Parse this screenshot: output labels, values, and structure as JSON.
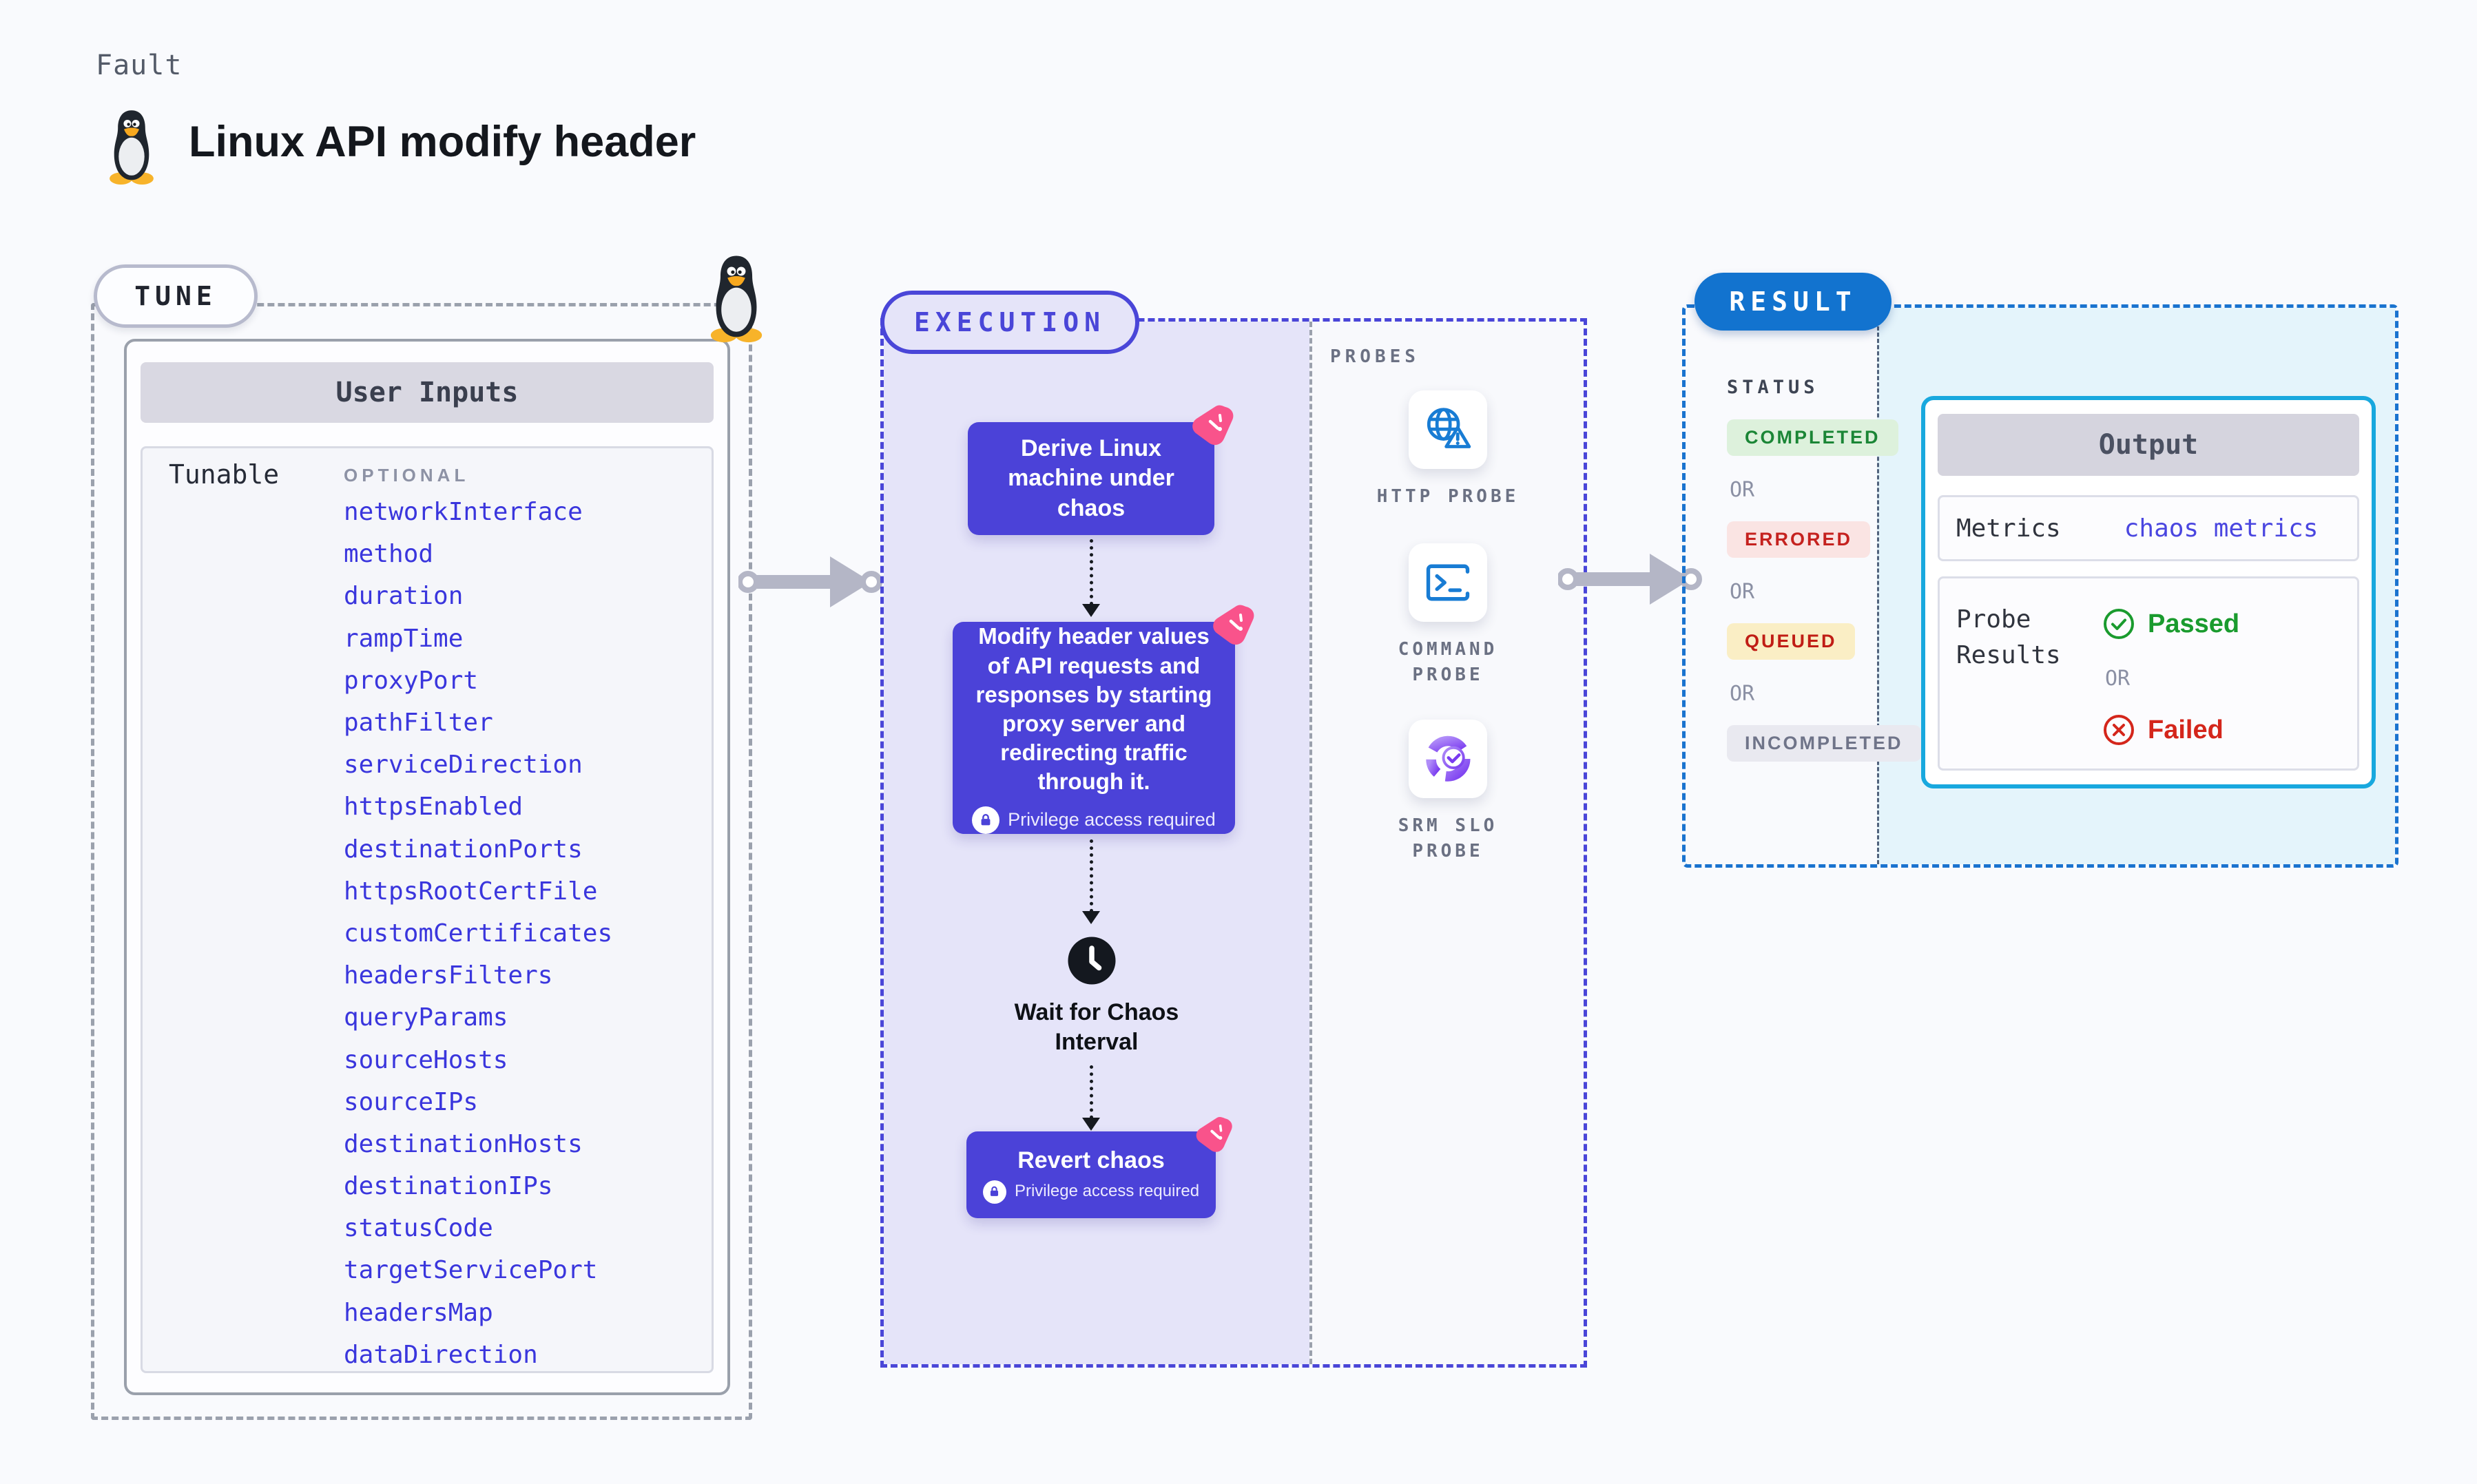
{
  "page": {
    "kicker": "Fault",
    "title": "Linux API modify header"
  },
  "tune": {
    "badge": "TUNE",
    "table_title": "User Inputs",
    "row_label": "Tunable",
    "column_label": "OPTIONAL",
    "tunables": [
      "networkInterface",
      "method",
      "duration",
      "rampTime",
      "proxyPort",
      "pathFilter",
      "serviceDirection",
      "httpsEnabled",
      "destinationPorts",
      "httpsRootCertFile",
      "customCertificates",
      "headersFilters",
      "queryParams",
      "sourceHosts",
      "sourceIPs",
      "destinationHosts",
      "destinationIPs",
      "statusCode",
      "targetServicePort",
      "headersMap",
      "dataDirection"
    ]
  },
  "execution": {
    "badge": "EXECUTION",
    "steps": {
      "derive": "Derive Linux machine under chaos",
      "modify": "Modify header values of API requests and responses by starting proxy server and redirecting traffic through it.",
      "wait": "Wait for Chaos\nInterval",
      "revert": "Revert chaos"
    },
    "privilege_note": "Privilege access required",
    "probes": {
      "title": "PROBES",
      "items": [
        {
          "label": "HTTP PROBE",
          "icon": "globe-alert-icon"
        },
        {
          "label": "COMMAND\nPROBE",
          "icon": "terminal-icon"
        },
        {
          "label": "SRM SLO\nPROBE",
          "icon": "slo-donut-icon"
        }
      ]
    }
  },
  "result": {
    "badge": "RESULT",
    "status_title": "STATUS",
    "or_label": "OR",
    "statuses": [
      {
        "label": "COMPLETED",
        "color": "#1b8636"
      },
      {
        "label": "ERRORED",
        "color": "#c5221f"
      },
      {
        "label": "QUEUED",
        "color": "#c01d15"
      },
      {
        "label": "INCOMPLETED",
        "color": "#6f7489"
      }
    ],
    "output": {
      "title": "Output",
      "metrics_label": "Metrics",
      "metrics_value": "chaos metrics",
      "probe_results_label": "Probe\nResults",
      "passed_label": "Passed",
      "failed_label": "Failed"
    }
  },
  "colors": {
    "accent_indigo": "#4b42d8",
    "accent_pink": "#f9538b",
    "accent_blue": "#1273cf",
    "accent_cyan": "#18a8de",
    "link_blue": "#3a36dd",
    "probe_icon_blue": "#187cd4"
  }
}
